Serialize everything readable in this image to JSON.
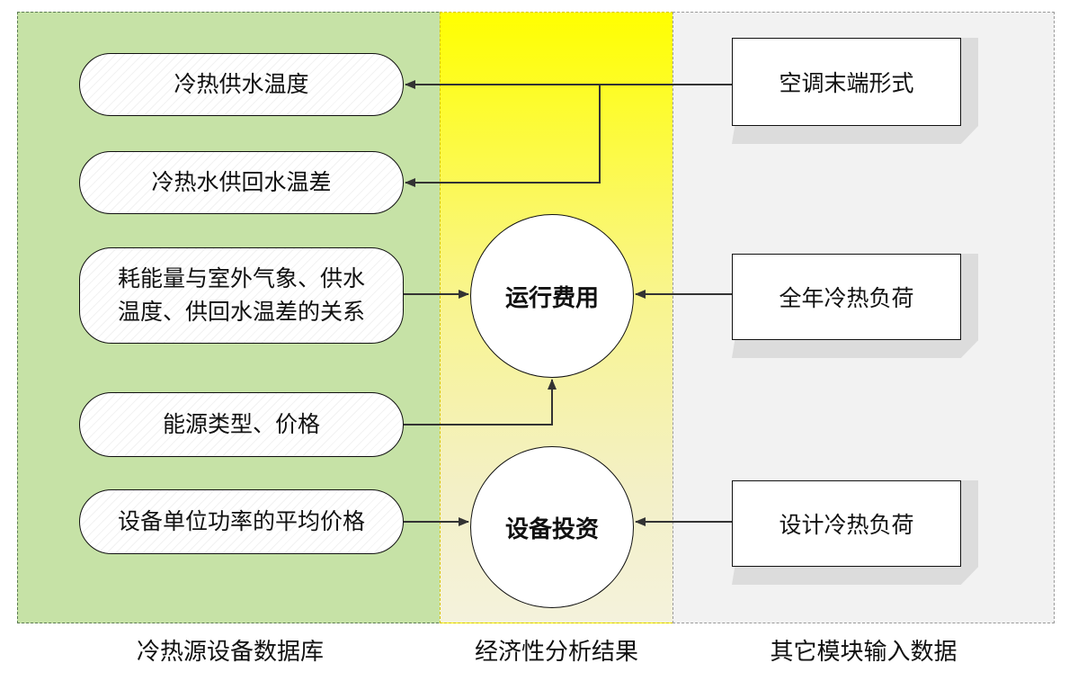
{
  "columns": {
    "database": "冷热源设备数据库",
    "results": "经济性分析结果",
    "other_inputs": "其它模块输入数据"
  },
  "database_items": {
    "supply_temp": "冷热供水温度",
    "temp_difference": "冷热水供回水温差",
    "energy_relation": "耗能量与室外气象、供水\n温度、供回水温差的关系",
    "energy_type_price": "能源类型、价格",
    "unit_power_price": "设备单位功率的平均价格"
  },
  "results": {
    "operating_cost": "运行费用",
    "equipment_investment": "设备投资"
  },
  "other_inputs": {
    "terminal_form": "空调末端形式",
    "annual_load": "全年冷热负荷",
    "design_load": "设计冷热负荷"
  },
  "colors": {
    "database_panel": "#c6e2a6",
    "results_panel_top": "#ffff00",
    "results_panel_bottom": "#f4f2dc",
    "other_panel": "#f2f2f2",
    "box_side": "#dcdcdc",
    "arrow": "#333333"
  }
}
